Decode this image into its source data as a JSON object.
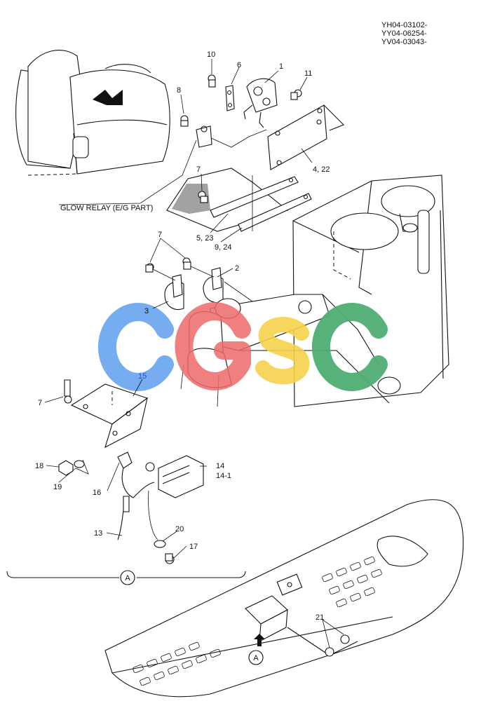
{
  "header": {
    "codes": [
      "YH04-03102-",
      "YY04-06254-",
      "YV04-03043-"
    ]
  },
  "callouts": {
    "glow_relay": "GLOW RELAY (E/G PART)",
    "section_marker": "A",
    "view_marker": "A"
  },
  "part_labels": {
    "p1": "1",
    "p2": "2",
    "p3": "3",
    "p4_22": "4, 22",
    "p5_23": "5, 23",
    "p6": "6",
    "p7a": "7",
    "p7b": "7",
    "p7c": "7",
    "p8": "8",
    "p9_24": "9, 24",
    "p10": "10",
    "p11": "11",
    "p13": "13",
    "p14": "14",
    "p14_1": "14-1",
    "p15": "15",
    "p16": "16",
    "p17": "17",
    "p18": "18",
    "p19": "19",
    "p20": "20",
    "p21": "21"
  },
  "watermark": {
    "letters": [
      "C",
      "G",
      "S",
      "C"
    ],
    "colors": [
      "#6fa8f0",
      "#ee6a6a",
      "#f4d24a",
      "#4fae73"
    ]
  }
}
